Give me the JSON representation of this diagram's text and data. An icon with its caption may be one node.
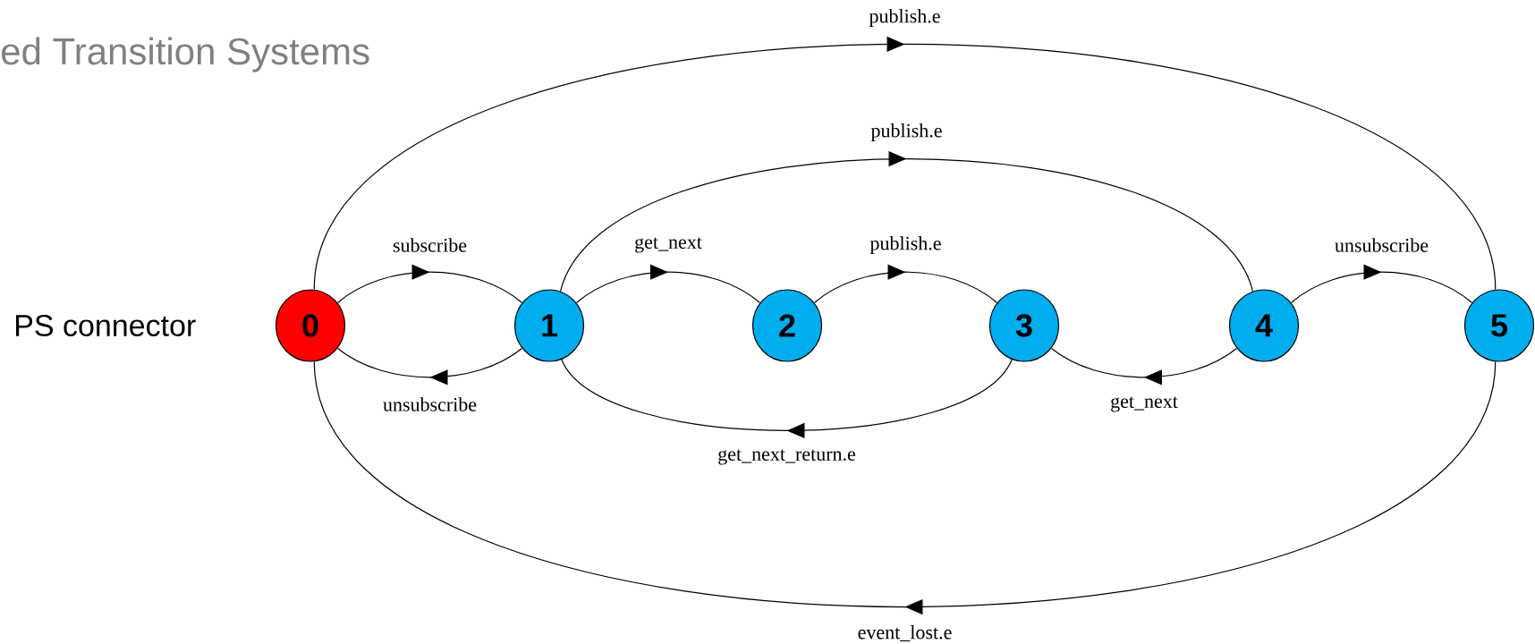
{
  "diagram": {
    "title": "ed Transition Systems",
    "nodes": [
      {
        "text": [
          "0"
        ]
      },
      {
        "text": [
          "1"
        ]
      },
      {
        "text": [
          "2"
        ]
      },
      {
        "text": [
          "3"
        ]
      },
      {
        "text": [
          "4"
        ]
      },
      {
        "text": [
          "5"
        ]
      }
    ],
    "edges": [
      {
        "from": 0,
        "to": 1,
        "arrow": "to",
        "label": "subscribe"
      },
      {
        "from": 1,
        "to": 0,
        "arrow": "to",
        "label": "unsubscribe"
      },
      {
        "from": 1,
        "to": 2,
        "arrow": "to",
        "label": "get_next"
      },
      {
        "from": 2,
        "to": 3,
        "arrow": "to",
        "label": "publish.e"
      },
      {
        "from": 1,
        "to": 4,
        "arrow": "to",
        "label": "publish.e"
      },
      {
        "from": 3,
        "to": 1,
        "arrow": "to",
        "label": "get_next_return.e"
      },
      {
        "from": 4,
        "to": 3,
        "arrow": "to",
        "label": "get_next"
      },
      {
        "from": 4,
        "to": 5,
        "arrow": "to",
        "label": "unsubscribe"
      },
      {
        "from": 0,
        "to": 5,
        "arrow": "to",
        "label": "publish.e"
      },
      {
        "from": 5,
        "to": 0,
        "arrow": "to",
        "label": "event_lost.e"
      }
    ],
    "labels": [
      "PS connector"
    ]
  }
}
